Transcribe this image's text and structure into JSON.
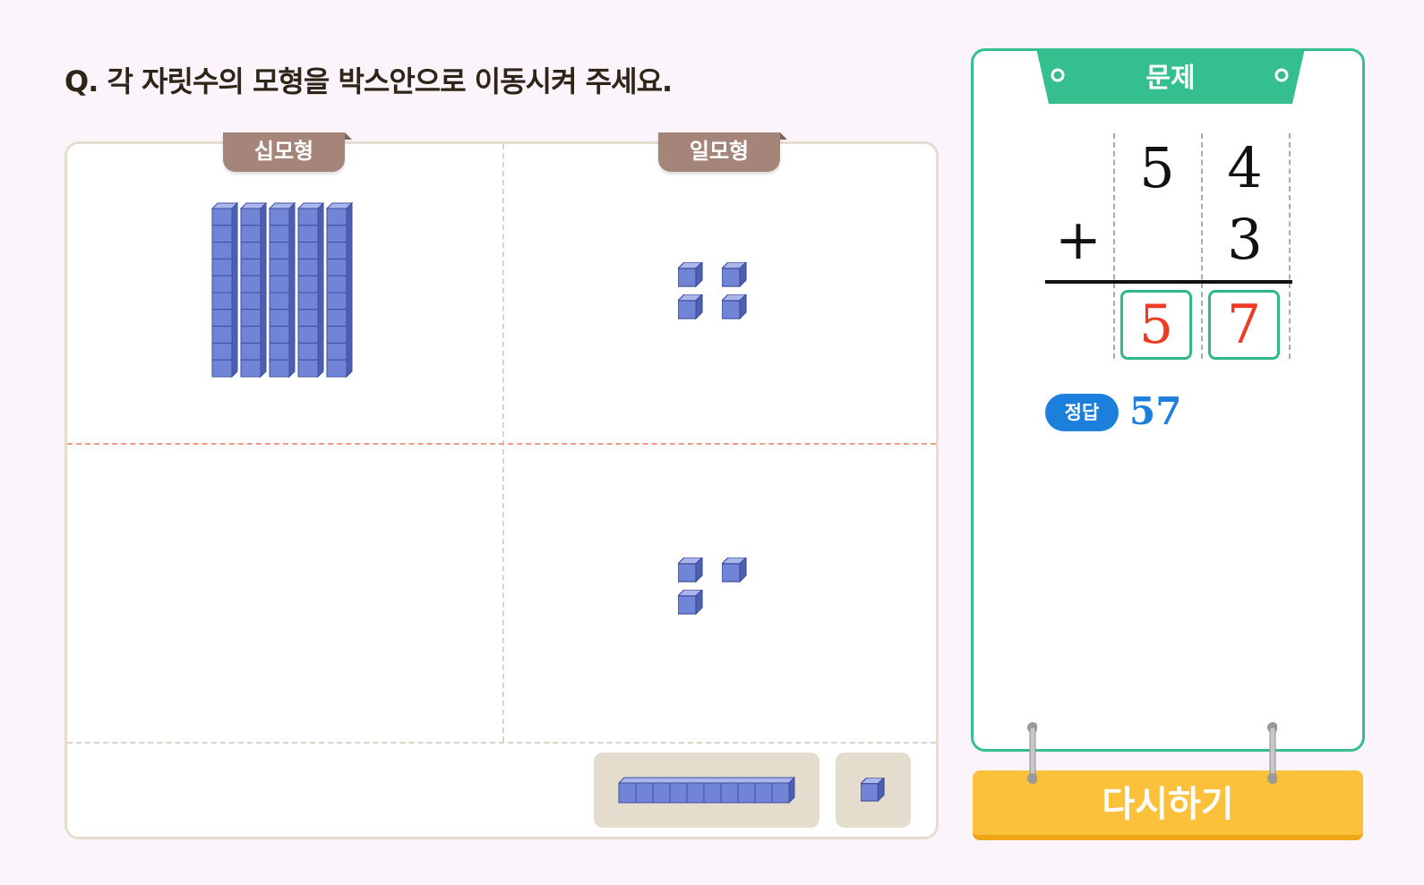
{
  "question": "Q. 각 자릿수의 모형을 박스안으로 이동시켜 주세요.",
  "board": {
    "tens_label": "십모형",
    "ones_label": "일모형",
    "top_tens_rods": 5,
    "top_ones_units": 4,
    "bottom_tens_rods": 0,
    "bottom_ones_units": 3
  },
  "palette": {
    "rod_icon": "ten-rod-block-icon",
    "unit_icon": "unit-cube-icon"
  },
  "card": {
    "title": "문제",
    "addend1": {
      "tens": "5",
      "ones": "4"
    },
    "operator": "+",
    "addend2": {
      "tens": "",
      "ones": "3"
    },
    "answer_tens": "5",
    "answer_ones": "7",
    "answer_label": "정답",
    "answer_value": "57"
  },
  "retry_label": "다시하기",
  "colors": {
    "accent_green": "#35bf8e",
    "block_blue": "#6f83d3",
    "answer_red": "#ef3b24",
    "answer_blue": "#1c7fdc",
    "retry_yellow": "#fbc13a",
    "tag_brown": "#a5857a"
  }
}
